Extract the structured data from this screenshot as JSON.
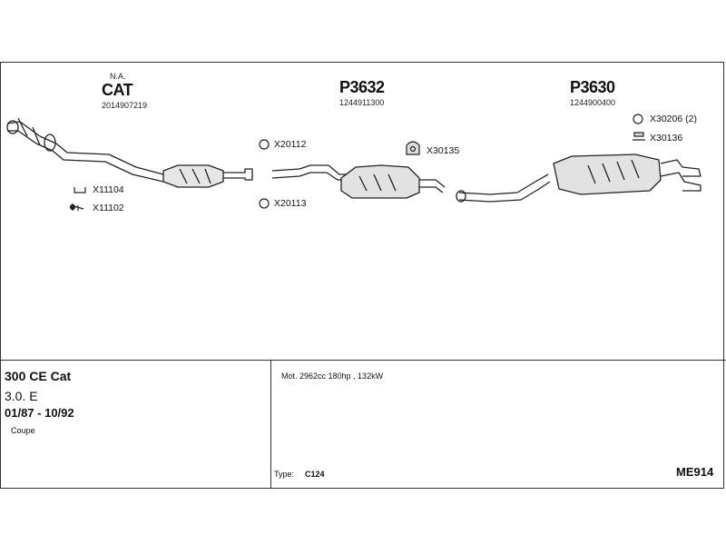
{
  "sections": [
    {
      "code": "CAT",
      "note": "N.A.",
      "number": "2014907219"
    },
    {
      "code": "P3632",
      "number": "1244911300"
    },
    {
      "code": "P3630",
      "number": "1244900400"
    }
  ],
  "parts": {
    "x11104": "X11104",
    "x11102": "X11102",
    "x20112": "X20112",
    "x20113": "X20113",
    "x30135": "X30135",
    "x30206": "X30206 (2)",
    "x30136": "X30136"
  },
  "vehicle": {
    "model": "300 CE Cat",
    "engine": "3.0. E",
    "dates": "01/87 - 10/92",
    "body": "Coupe"
  },
  "motor": "Mot. 2962cc 180hp , 132kW",
  "type_label": "Type:",
  "type_value": "C124",
  "reference": "ME914"
}
